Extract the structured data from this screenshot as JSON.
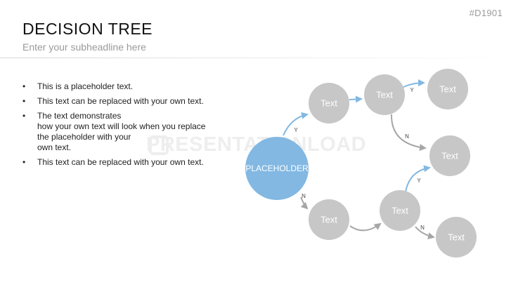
{
  "header": {
    "code": "#D1901",
    "title": "DECISION TREE",
    "subtitle": "Enter your subheadline here"
  },
  "bullets": [
    "This is a placeholder text.",
    "This text can be replaced with your own text.",
    "The text demonstrates\nhow your own text will look when you replace\nthe placeholder with your\nown text.",
    "This text can be replaced with your own text."
  ],
  "watermark": {
    "text": "PRESENTATIONLOAD"
  },
  "diagram": {
    "root_label": "PLACEHOLDER",
    "node_label": "Text",
    "yes_label": "Y",
    "no_label": "N",
    "colors": {
      "root": "#82b8e2",
      "node": "#c7c7c7",
      "yes_arrow": "#82b8e2",
      "no_arrow": "#a6a6a6",
      "node_text": "#ffffff",
      "edge_label": "#444444"
    }
  }
}
